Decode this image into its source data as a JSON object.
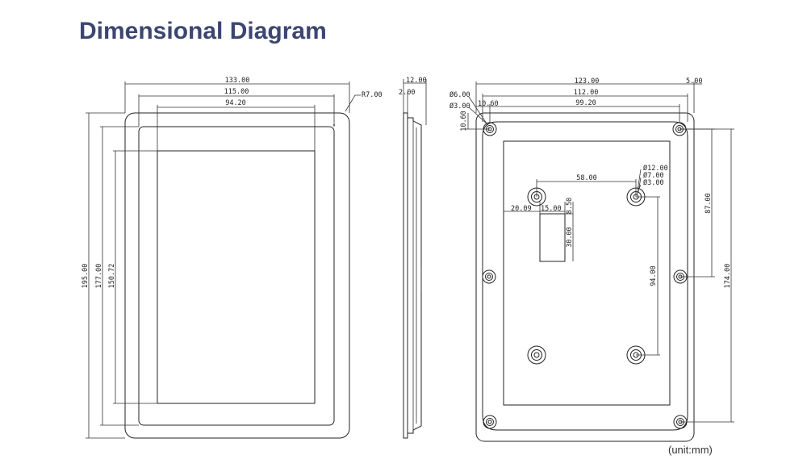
{
  "title": "Dimensional Diagram",
  "unit_note": "(unit:mm)",
  "front_view": {
    "width_outer": "133.00",
    "width_mid": "115.00",
    "width_inner": "94.20",
    "corner_radius": "R7.00",
    "height_outer": "195.00",
    "height_mid": "177.00",
    "height_inner": "150.72"
  },
  "side_view": {
    "depth_total": "12.00",
    "depth_bezel": "2.00"
  },
  "rear_view": {
    "width_outer": "123.00",
    "width_mid": "112.00",
    "width_inner": "99.20",
    "edge_offset": "5.00",
    "hole_outer_dia": "Ø6.00",
    "hole_inner_dia": "Ø3.00",
    "corner_offset_x": "10.60",
    "corner_offset_y": "10.60",
    "boss_outer_dia": "Ø12.00",
    "boss_mid_dia": "Ø7.00",
    "boss_inner_dia": "Ø3.00",
    "boss_spacing_x": "58.00",
    "slot_offset_x": "20.09",
    "slot_width": "15.00",
    "slot_offset_y": "8.50",
    "slot_height": "30.00",
    "boss_spacing_y": "94.00",
    "half_height": "87.00",
    "hole_spacing_y": "174.00"
  }
}
